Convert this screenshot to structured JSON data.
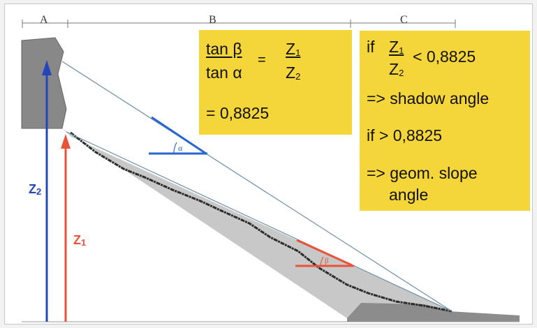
{
  "segments": {
    "a": "A",
    "b": "B",
    "c": "C"
  },
  "formula": {
    "num_left": "tan β",
    "den_left": "tan α",
    "equals": "=",
    "num_right": "Z",
    "num_right_sub": "1",
    "den_right": "Z",
    "den_right_sub": "2",
    "result": "= 0,8825"
  },
  "rule": {
    "if1": "if",
    "frac_num": "Z",
    "frac_num_sub": "1",
    "frac_den": "Z",
    "frac_den_sub": "2",
    "lt_value": "< 0,8825",
    "result1": "=> shadow angle",
    "if2": "if > 0,8825",
    "result2_line1": "=> geom. slope",
    "result2_line2": "angle"
  },
  "angles": {
    "alpha": "α",
    "beta": "β"
  },
  "vectors": {
    "z2": {
      "label": "Z",
      "sub": "2",
      "color": "#2446b8"
    },
    "z1": {
      "label": "Z",
      "sub": "1",
      "color": "#e8533a"
    }
  },
  "colors": {
    "box": "#f5d63a",
    "rock": "#888888",
    "talus": "#c8c8c8",
    "debris": "#2b2b2b",
    "line": "#6b8ea6",
    "alpha_wedge": "#2a66d0",
    "beta_wedge": "#e8533a"
  }
}
